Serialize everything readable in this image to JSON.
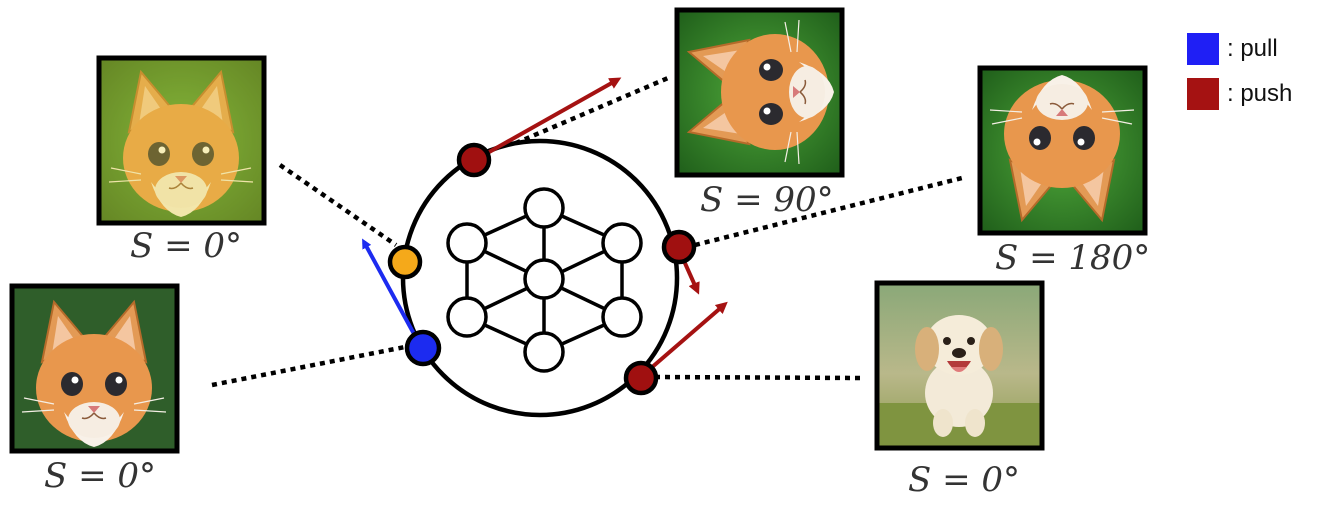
{
  "legend": {
    "pull": {
      "label": ": pull",
      "color": "#1f1ff5"
    },
    "push": {
      "label": ": push",
      "color": "#a51212"
    }
  },
  "colors": {
    "anchor_node": "#f5a91a",
    "pull_node": "#1c2bf0",
    "push_node": "#a01010",
    "pull_arrow": "#1c2bf0",
    "push_arrow": "#a51212"
  },
  "images": [
    {
      "id": "yellow-kitten",
      "subject": "yellow kitten",
      "label": "S = 0°"
    },
    {
      "id": "orange-kitten",
      "subject": "orange kitten",
      "label": "S = 0°"
    },
    {
      "id": "kitten-rotated-90",
      "subject": "kitten rotated 90 degrees",
      "label": "S = 90°"
    },
    {
      "id": "kitten-rotated-180",
      "subject": "kitten rotated 180 degrees",
      "label": "S = 180°"
    },
    {
      "id": "puppy",
      "subject": "golden retriever puppy",
      "label": "S = 0°"
    }
  ]
}
